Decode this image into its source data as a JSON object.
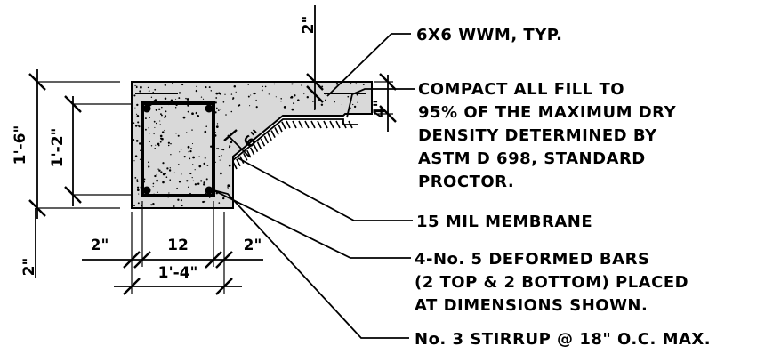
{
  "notes": {
    "wwm": "6X6 WWM, TYP.",
    "fill_line1": "COMPACT ALL FILL TO",
    "fill_line2": "95% OF THE MAXIMUM DRY",
    "fill_line3": "DENSITY DETERMINED BY",
    "fill_line4": "ASTM D 698, STANDARD",
    "fill_line5": "PROCTOR.",
    "membrane": "15 MIL MEMBRANE",
    "bars_line1": "4-No. 5 DEFORMED BARS",
    "bars_line2": "(2 TOP & 2 BOTTOM) PLACED",
    "bars_line3": "AT DIMENSIONS SHOWN.",
    "stirrup": "No. 3 STIRRUP @ 18\" O.C. MAX."
  },
  "dimensions": {
    "top_cover": "2\"",
    "slab_depth": "4\"",
    "slope": "6\"",
    "overall_height": "1'-6\"",
    "inner_height": "1'-2\"",
    "bottom_cover": "2\"",
    "side_cover_left": "2\"",
    "bar_spacing": "12",
    "side_cover_right": "2\"",
    "overall_width": "1'-4\""
  }
}
